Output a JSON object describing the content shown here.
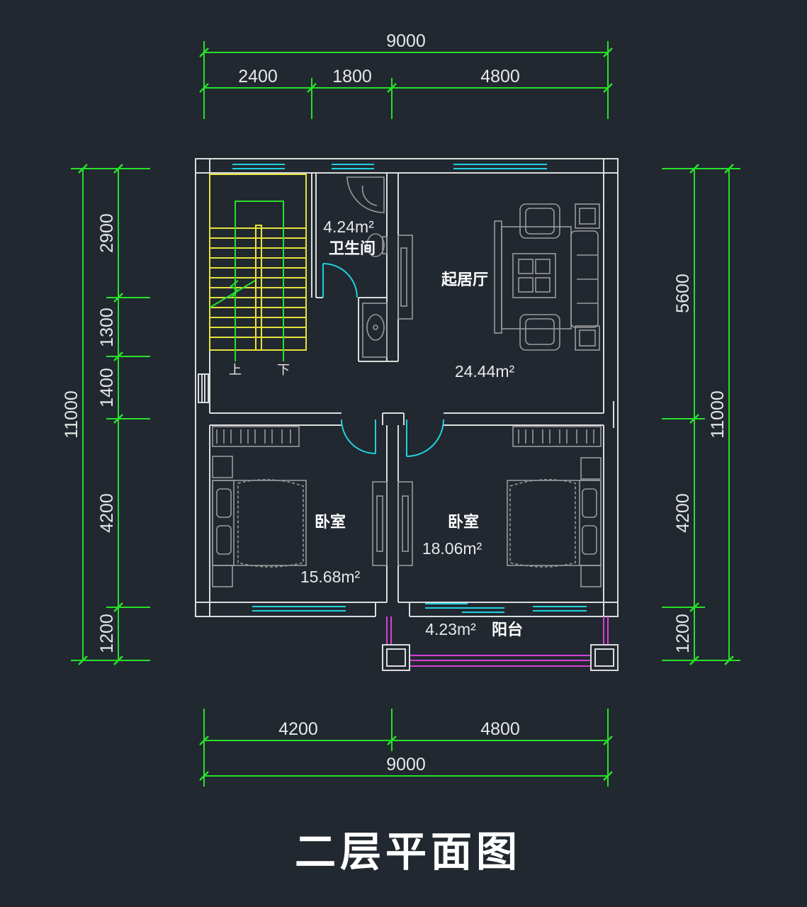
{
  "title": "二层平面图",
  "dimensions": {
    "top_total": "9000",
    "top_parts": [
      "2400",
      "1800",
      "4800"
    ],
    "bottom_parts": [
      "4200",
      "4800"
    ],
    "bottom_total": "9000",
    "left_total": "11000",
    "left_parts": [
      "2900",
      "1300",
      "1400",
      "4200",
      "1200"
    ],
    "right_total": "11000",
    "right_parts": [
      "5600",
      "4200",
      "1200"
    ]
  },
  "rooms": {
    "bathroom": {
      "name": "卫生间",
      "area": "4.24m²"
    },
    "living": {
      "name": "起居厅",
      "area": "24.44m²"
    },
    "bedroom_left": {
      "name": "卧室",
      "area": "15.68m²"
    },
    "bedroom_right": {
      "name": "卧室",
      "area": "18.06m²"
    },
    "balcony": {
      "name": "阳台",
      "area": "4.23m²"
    }
  },
  "stairs": {
    "up": "上",
    "down": "下"
  },
  "colors": {
    "background": "#212830",
    "dimension_lines": "#27e02a",
    "walls": "#dcdcdc",
    "windows_doors": "#1fd2e0",
    "stairs": "#e6e23a",
    "balcony_railing": "#d640d6"
  }
}
